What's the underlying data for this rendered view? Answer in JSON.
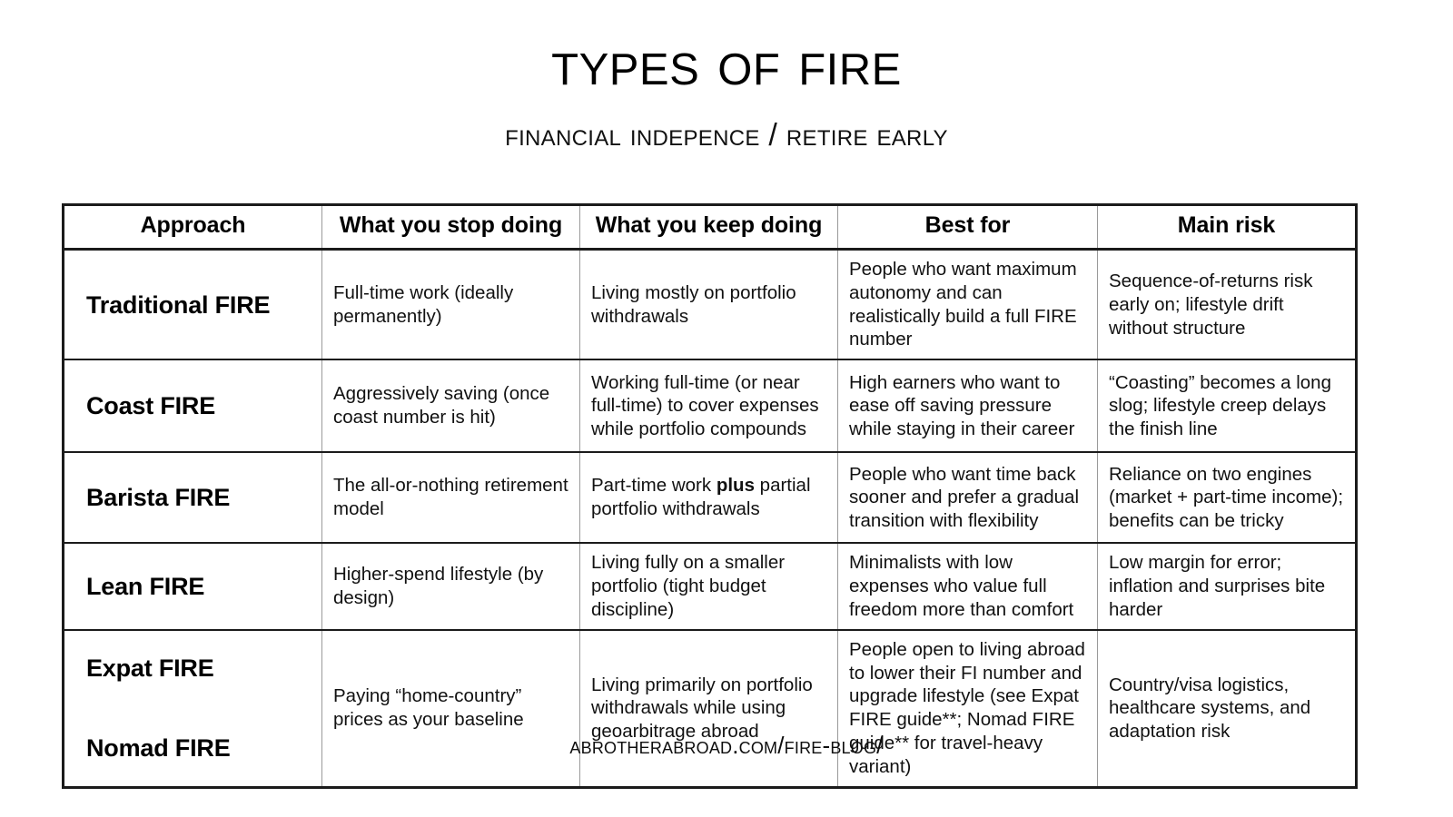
{
  "header": {
    "title": "Types of FIRE",
    "subtitle": "Financial Indepence / Retire Early"
  },
  "table": {
    "columns": [
      "Approach",
      "What you stop doing",
      "What you keep doing",
      "Best for",
      "Main risk"
    ],
    "rows": [
      {
        "approach": "Traditional FIRE",
        "approach_alt": "",
        "stop_doing": "Full-time work (ideally permanently)",
        "keep_doing": "Living mostly on portfolio withdrawals",
        "keep_doing_pre": "Living mostly on portfolio withdrawals",
        "keep_doing_bold": "",
        "keep_doing_post": "",
        "best_for": "People who want maximum autonomy and can realistically build a full FIRE number",
        "main_risk": "Sequence-of-returns risk early on; lifestyle drift without structure"
      },
      {
        "approach": "Coast FIRE",
        "approach_alt": "",
        "stop_doing": "Aggressively saving (once coast number is hit)",
        "keep_doing": "Working full-time (or near full-time) to cover expenses while portfolio compounds",
        "keep_doing_pre": "Working full-time (or near full-time) to cover expenses while portfolio compounds",
        "keep_doing_bold": "",
        "keep_doing_post": "",
        "best_for": "High earners who want to ease off saving pressure while staying in their career",
        "main_risk": "“Coasting” becomes a long slog; lifestyle creep delays the finish line"
      },
      {
        "approach": "Barista FIRE",
        "approach_alt": "",
        "stop_doing": "The all-or-nothing retirement model",
        "keep_doing": "Part-time work plus partial portfolio withdrawals",
        "keep_doing_pre": "Part-time work ",
        "keep_doing_bold": "plus",
        "keep_doing_post": " partial portfolio withdrawals",
        "best_for": "People who want time back sooner and prefer a gradual transition with flexibility",
        "main_risk": "Reliance on two engines (market + part-time income); benefits can be tricky"
      },
      {
        "approach": "Lean FIRE",
        "approach_alt": "",
        "stop_doing": "Higher-spend lifestyle (by design)",
        "keep_doing": "Living fully on a smaller portfolio (tight budget discipline)",
        "keep_doing_pre": "Living fully on a smaller portfolio (tight budget discipline)",
        "keep_doing_bold": "",
        "keep_doing_post": "",
        "best_for": "Minimalists with low expenses who value full freedom more than comfort",
        "main_risk": "Low margin for error; inflation and surprises bite harder"
      },
      {
        "approach": "Expat FIRE",
        "approach_alt": "Nomad FIRE",
        "stop_doing": "Paying “home-country” prices as your baseline",
        "keep_doing": "Living primarily on portfolio withdrawals while using geoarbitrage abroad",
        "keep_doing_pre": "Living primarily on portfolio withdrawals while using geoarbitrage abroad",
        "keep_doing_bold": "",
        "keep_doing_post": "",
        "best_for": "People open to living abroad to lower their FI number and upgrade lifestyle (see Expat FIRE guide**; Nomad FIRE guide** for travel-heavy variant)",
        "main_risk": "Country/visa logistics, healthcare systems, and adaptation risk"
      }
    ]
  },
  "footer": {
    "url": "ABrotherAbroad.com/FIRE-Blog/"
  }
}
